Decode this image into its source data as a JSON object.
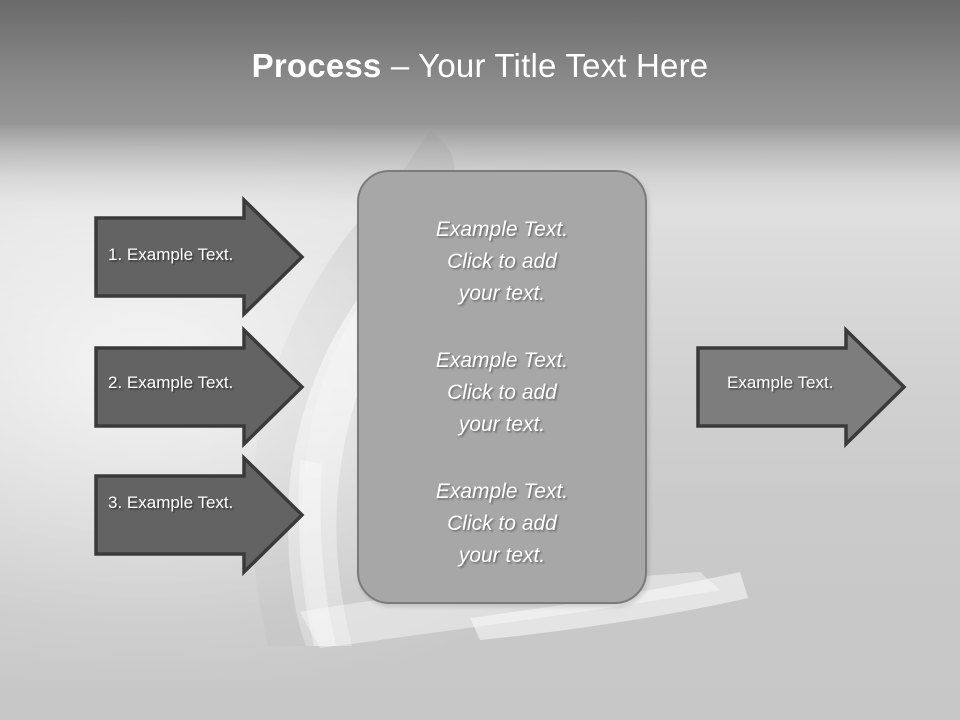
{
  "slide": {
    "title": {
      "bold_part": "Process",
      "regular_part": " – Your Title Text Here"
    },
    "colors": {
      "header_band_top": "#6a6a6a",
      "header_band_bottom": "#969696",
      "body_background": "#c8c8c8",
      "panel_fill": "#a7a7a7",
      "panel_border": "#7b7b7b",
      "arrow_dark_fill": "#636363",
      "arrow_light_fill": "#7d7d7d",
      "arrow_border": "#3a3a3a",
      "text_color": "#ffffff"
    }
  },
  "left_arrows": [
    {
      "label": "1. Example Text."
    },
    {
      "label": "2. Example Text."
    },
    {
      "label": "3. Example Text."
    }
  ],
  "right_arrows": [
    {
      "label": "Example Text."
    }
  ],
  "panel": {
    "blocks": [
      {
        "line1": "Example Text.",
        "line2": "Click  to add",
        "line3": "your text."
      },
      {
        "line1": "Example Text.",
        "line2": "Click  to add",
        "line3": "your text."
      },
      {
        "line1": "Example Text.",
        "line2": "Click  to add",
        "line3": "your text."
      }
    ]
  }
}
